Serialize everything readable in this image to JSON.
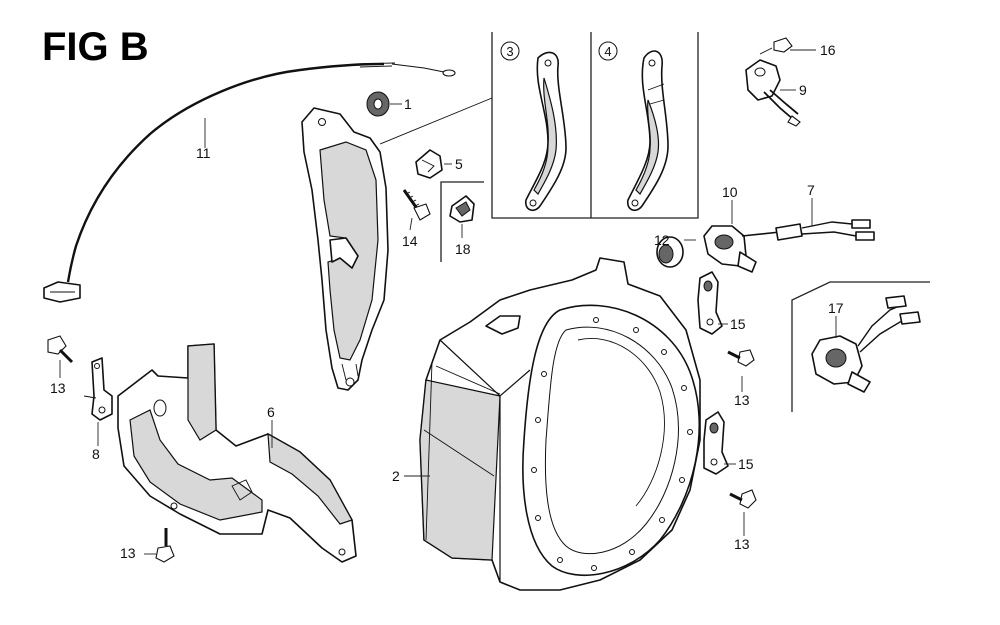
{
  "figure": {
    "title": "FIG B",
    "inset_labels": [
      "3",
      "4"
    ],
    "callouts": {
      "c1": "1",
      "c2": "2",
      "c5": "5",
      "c6": "6",
      "c7": "7",
      "c8": "8",
      "c9": "9",
      "c10": "10",
      "c11": "11",
      "c12": "12",
      "c13a": "13",
      "c13b": "13",
      "c13c": "13",
      "c13d": "13",
      "c14": "14",
      "c15a": "15",
      "c15b": "15",
      "c16": "16",
      "c17": "17",
      "c18": "18"
    }
  }
}
